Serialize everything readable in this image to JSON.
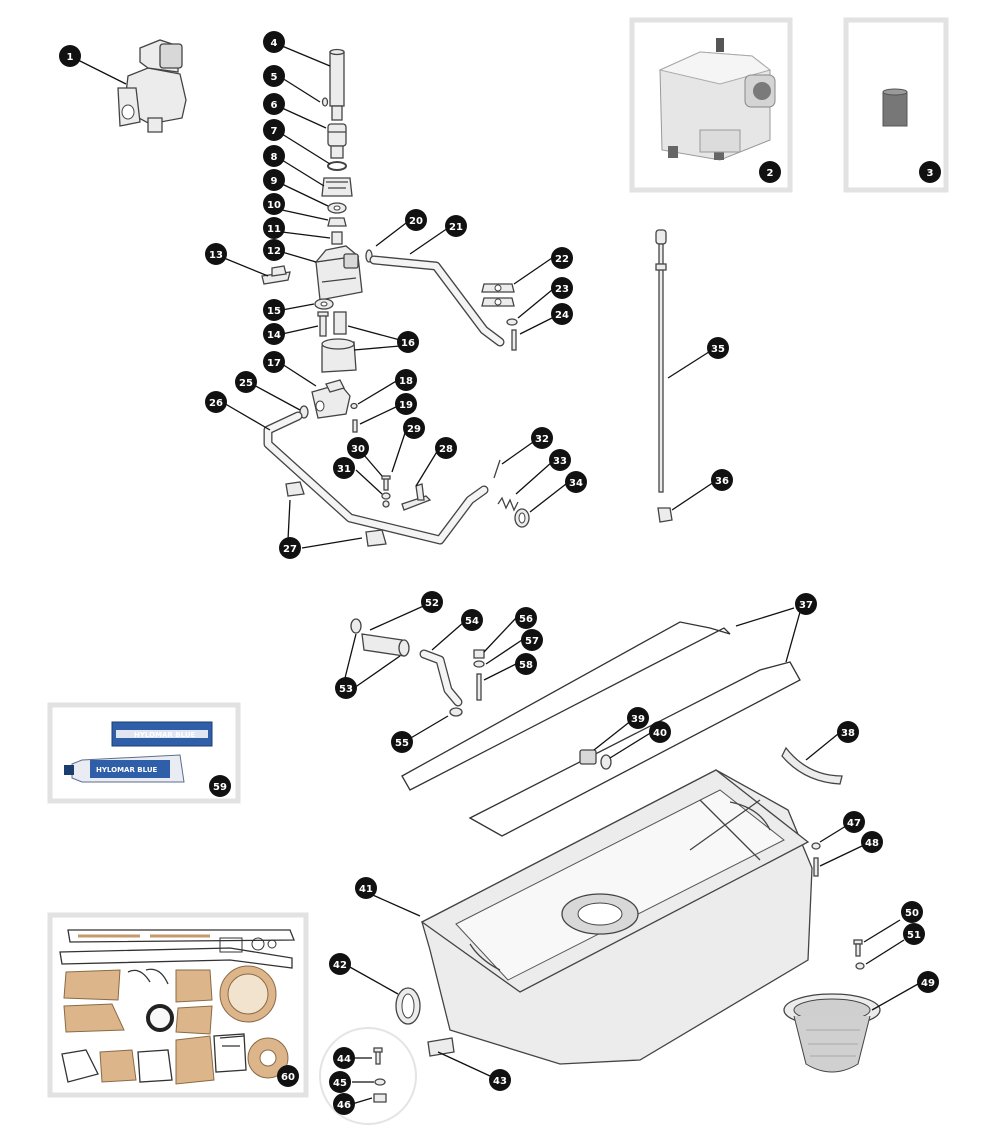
{
  "diagram": {
    "type": "exploded-parts-diagram",
    "part_numbers": [
      "1",
      "2",
      "3",
      "4",
      "5",
      "6",
      "7",
      "8",
      "9",
      "10",
      "11",
      "12",
      "13",
      "14",
      "15",
      "16",
      "17",
      "18",
      "19",
      "20",
      "21",
      "22",
      "23",
      "24",
      "25",
      "26",
      "27",
      "28",
      "29",
      "30",
      "31",
      "32",
      "33",
      "34",
      "35",
      "36",
      "37",
      "38",
      "39",
      "40",
      "41",
      "42",
      "43",
      "44",
      "45",
      "46",
      "47",
      "48",
      "49",
      "50",
      "51",
      "52",
      "53",
      "54",
      "55",
      "56",
      "57",
      "58",
      "59",
      "60"
    ],
    "tube_labels": {
      "blue_tube_top": "HYLOMAR BLUE",
      "blue_tube_bottom": "HYLOMAR BLUE"
    },
    "colors": {
      "badge": "#111111",
      "badge_text": "#ffffff",
      "photo_frame": "#e2e2e2",
      "tube_blue": "#2f5fa8",
      "cork": "#c49a6c"
    },
    "icons": [
      "oil-pump-icon",
      "oil-sump-icon",
      "gasket-set-icon",
      "sealant-tube-icon",
      "dipstick-icon",
      "strainer-icon"
    ]
  }
}
